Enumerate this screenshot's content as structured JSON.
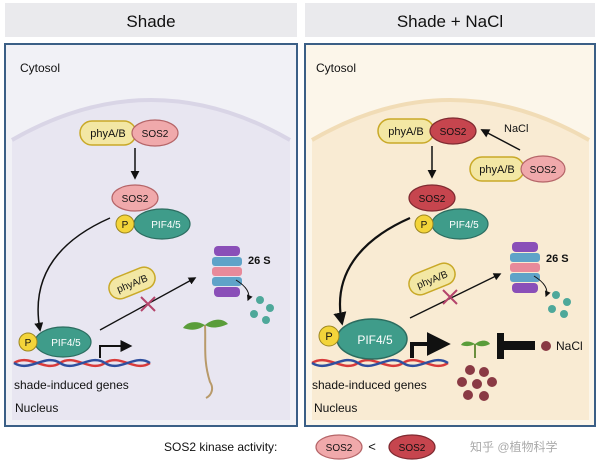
{
  "panels": {
    "left": {
      "header": "Shade",
      "cytosol": "Cytosol",
      "nucleus": "Nucleus",
      "genes": "shade-induced genes"
    },
    "right": {
      "header": "Shade + NaCl",
      "cytosol": "Cytosol",
      "nucleus": "Nucleus",
      "genes": "shade-induced genes",
      "nacl": "NaCl",
      "nacl2": "NaCl"
    }
  },
  "labels": {
    "phy": "phyA/B",
    "sos2": "SOS2",
    "pif": "PIF4/5",
    "p": "P",
    "proteasome": "26 S"
  },
  "legend": {
    "title": "SOS2 kinase activity:",
    "low": "SOS2",
    "lt": "<",
    "high": "SOS2"
  },
  "watermark": "知乎 @植物科学",
  "colors": {
    "phy_fill": "#f3e7a4",
    "phy_stroke": "#c9a928",
    "sos2_light": "#f0a9ab",
    "sos2_dark": "#c6454e",
    "pif": "#3f9c8a",
    "panel_border": "#3b5f86",
    "cell_left": "#eeedf5",
    "cell_right": "#fbf0df"
  }
}
